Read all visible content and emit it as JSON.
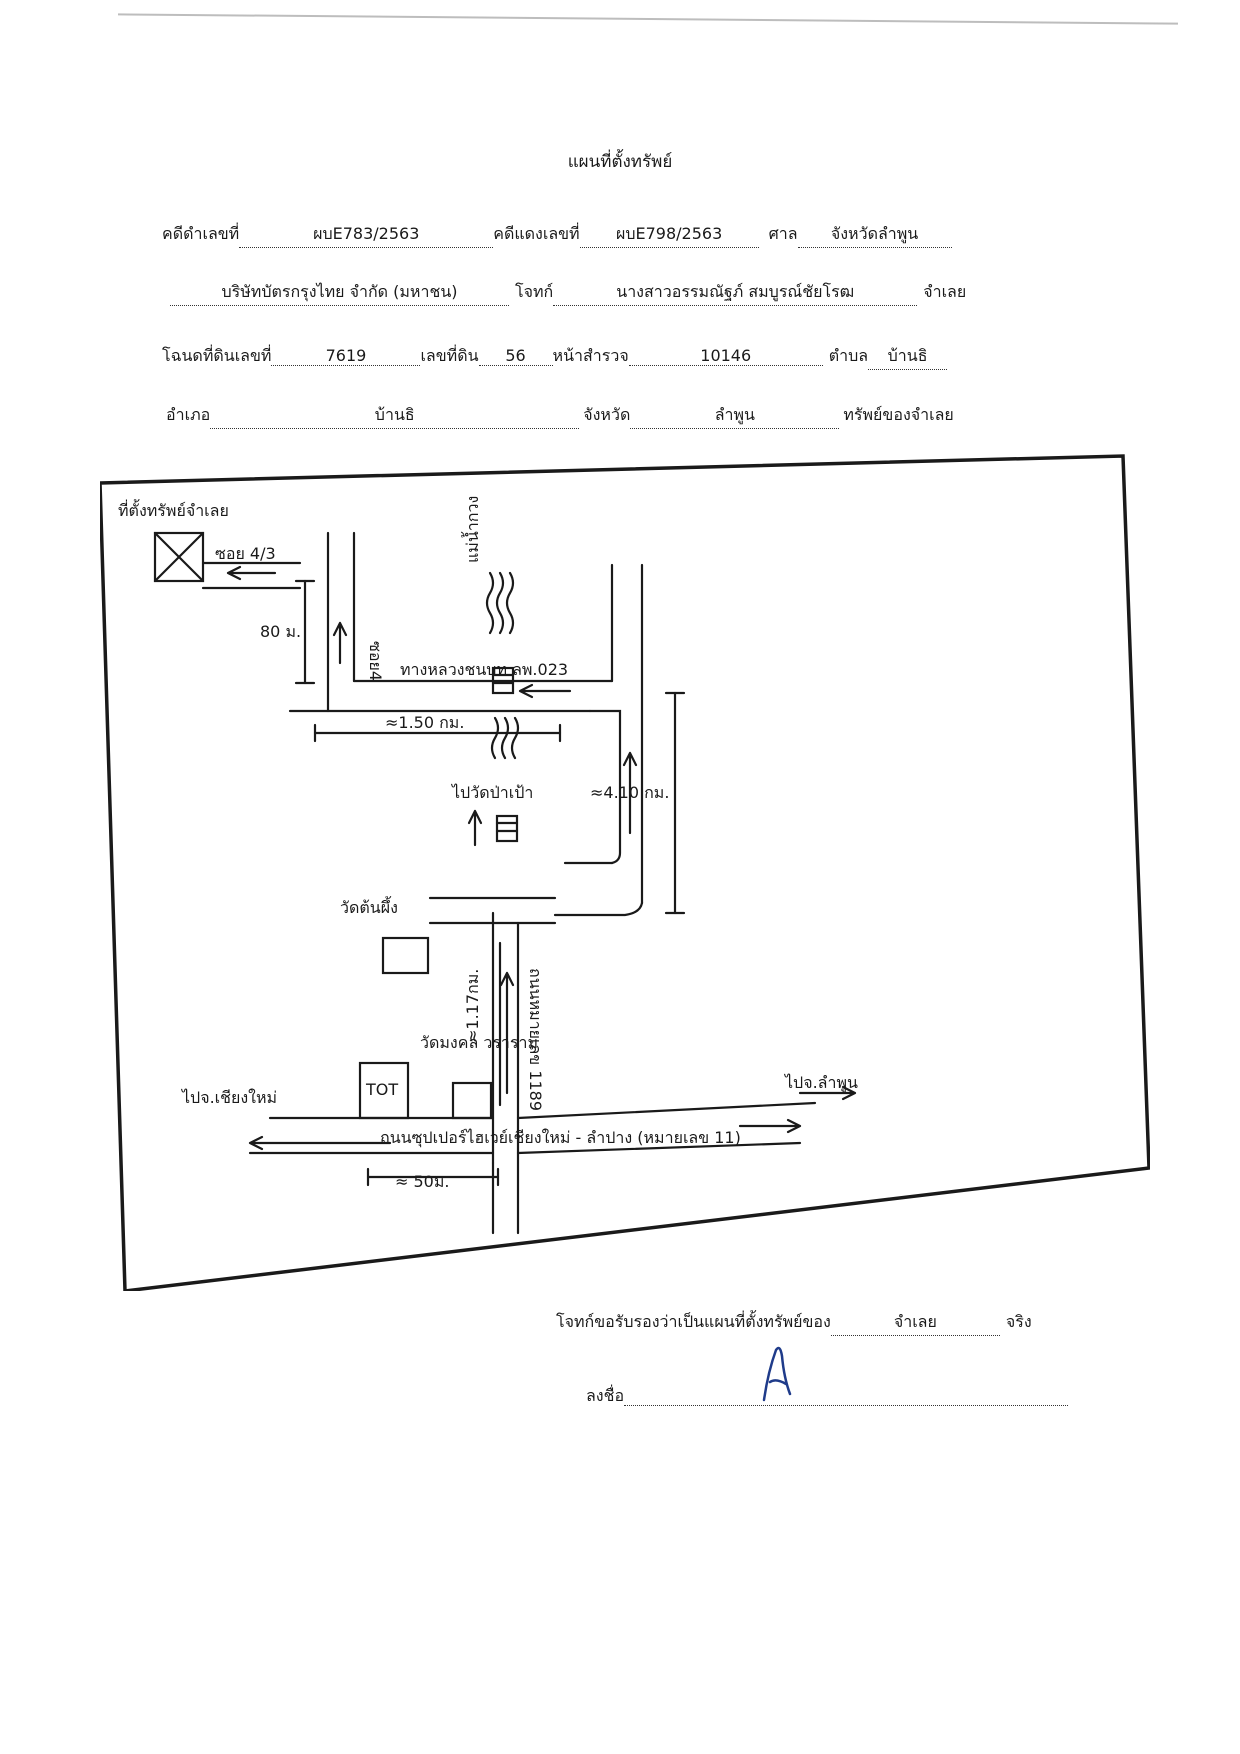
{
  "doc": {
    "title": "แผนที่ตั้งทรัพย์",
    "row1": {
      "case_black_label": "คดีดำเลขที่",
      "case_black_value": "ผบE783/2563",
      "case_red_label": "คดีแดงเลขที่",
      "case_red_value": "ผบE798/2563",
      "court_label": "ศาล",
      "court_value": "จังหวัดลำพูน"
    },
    "row2": {
      "plaintiff_value": "บริษัทบัตรกรุงไทย จำกัด (มหาชน)",
      "defendant_label": "โจทก์",
      "defendant_value": "นางสาวอรรมณัฐภ์ สมบูรณ์ชัยโรฒ",
      "role_label": "จำเลย"
    },
    "row3": {
      "deed_label": "โฉนดที่ดินเลขที่",
      "deed_value": "7619",
      "land_label": "เลขที่ดิน",
      "land_value": "56",
      "survey_label": "หน้าสำรวจ",
      "survey_value": "10146",
      "subdistrict_label": "ตำบล",
      "subdistrict_value": "บ้านธิ"
    },
    "row4": {
      "district_label": "อำเภอ",
      "district_value": "บ้านธิ",
      "province_label": "จังหวัด",
      "province_value": "ลำพูน",
      "owner_label": "ทรัพย์ของจำเลย"
    },
    "certification": {
      "text": "โจทก์ขอรับรองว่าเป็นแผนที่ตั้งทรัพย์ของ",
      "party": "จำเลย",
      "suffix": "จริง",
      "sign_label": "ลงชื่อ"
    }
  },
  "map": {
    "property_label": "ที่ตั้งทรัพย์จำเลย",
    "soi_label": "ซอย 4/3",
    "dist_80m": "80 ม.",
    "road_small": "ซอย4",
    "river_top": "แม่น้ำกวง",
    "rural_road": "ทางหลวงชนบท ลพ.023",
    "dist_150km": "≈1.50 กม.",
    "dist_410km": "≈4.10 กม.",
    "to_wat": "ไปวัดป่าเป้า",
    "wat_tonpueng": "วัดต้นผึ้ง",
    "dist_170km": "≈1.17กม.",
    "highway_1189": "ถนนหมายเลข 1189",
    "wat_sign": "วัดมงคล วราราม",
    "tot": "TOT",
    "to_chiangmai": "ไปจ.เชียงใหม่",
    "to_lamphun": "ไปจ.ลำพูน",
    "superhighway": "ถนนซุปเปอร์ไฮเวย์เชียงใหม่ - ลำปาง (หมายเลข 11)",
    "dist_50m": "≈ 50ม."
  }
}
